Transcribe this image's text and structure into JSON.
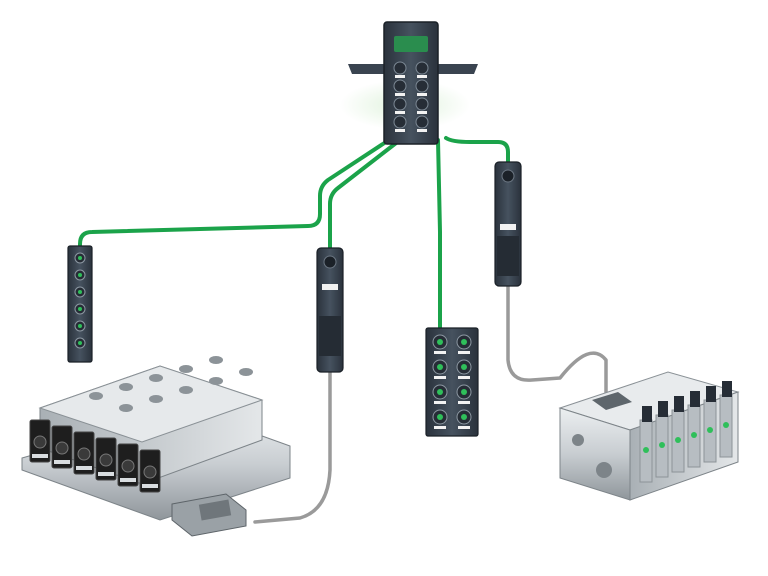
{
  "diagram": {
    "hub": {
      "name": "fieldbus-hub",
      "ports": 8
    },
    "io_modules": [
      {
        "name": "io-module-left",
        "ports": 6
      },
      {
        "name": "io-module-center",
        "ports": 8
      }
    ],
    "adapters": [
      {
        "name": "valve-adapter-left"
      },
      {
        "name": "valve-adapter-right"
      }
    ],
    "valve_manifolds": [
      {
        "name": "valve-manifold-left",
        "valves": 6
      },
      {
        "name": "valve-terminal-right",
        "valves": 6
      }
    ],
    "colors": {
      "network_cable": "#1ba34a",
      "grey_cable": "#9a9a9a",
      "module_body": "#3a4552",
      "module_dark": "#262d36",
      "metal_light": "#d9dde0",
      "metal_mid": "#b7bdc2",
      "metal_dark": "#8c9398",
      "coil_black": "#1e1e1e",
      "label_white": "#f2f2f2",
      "led_green": "#2fbf5a"
    }
  }
}
